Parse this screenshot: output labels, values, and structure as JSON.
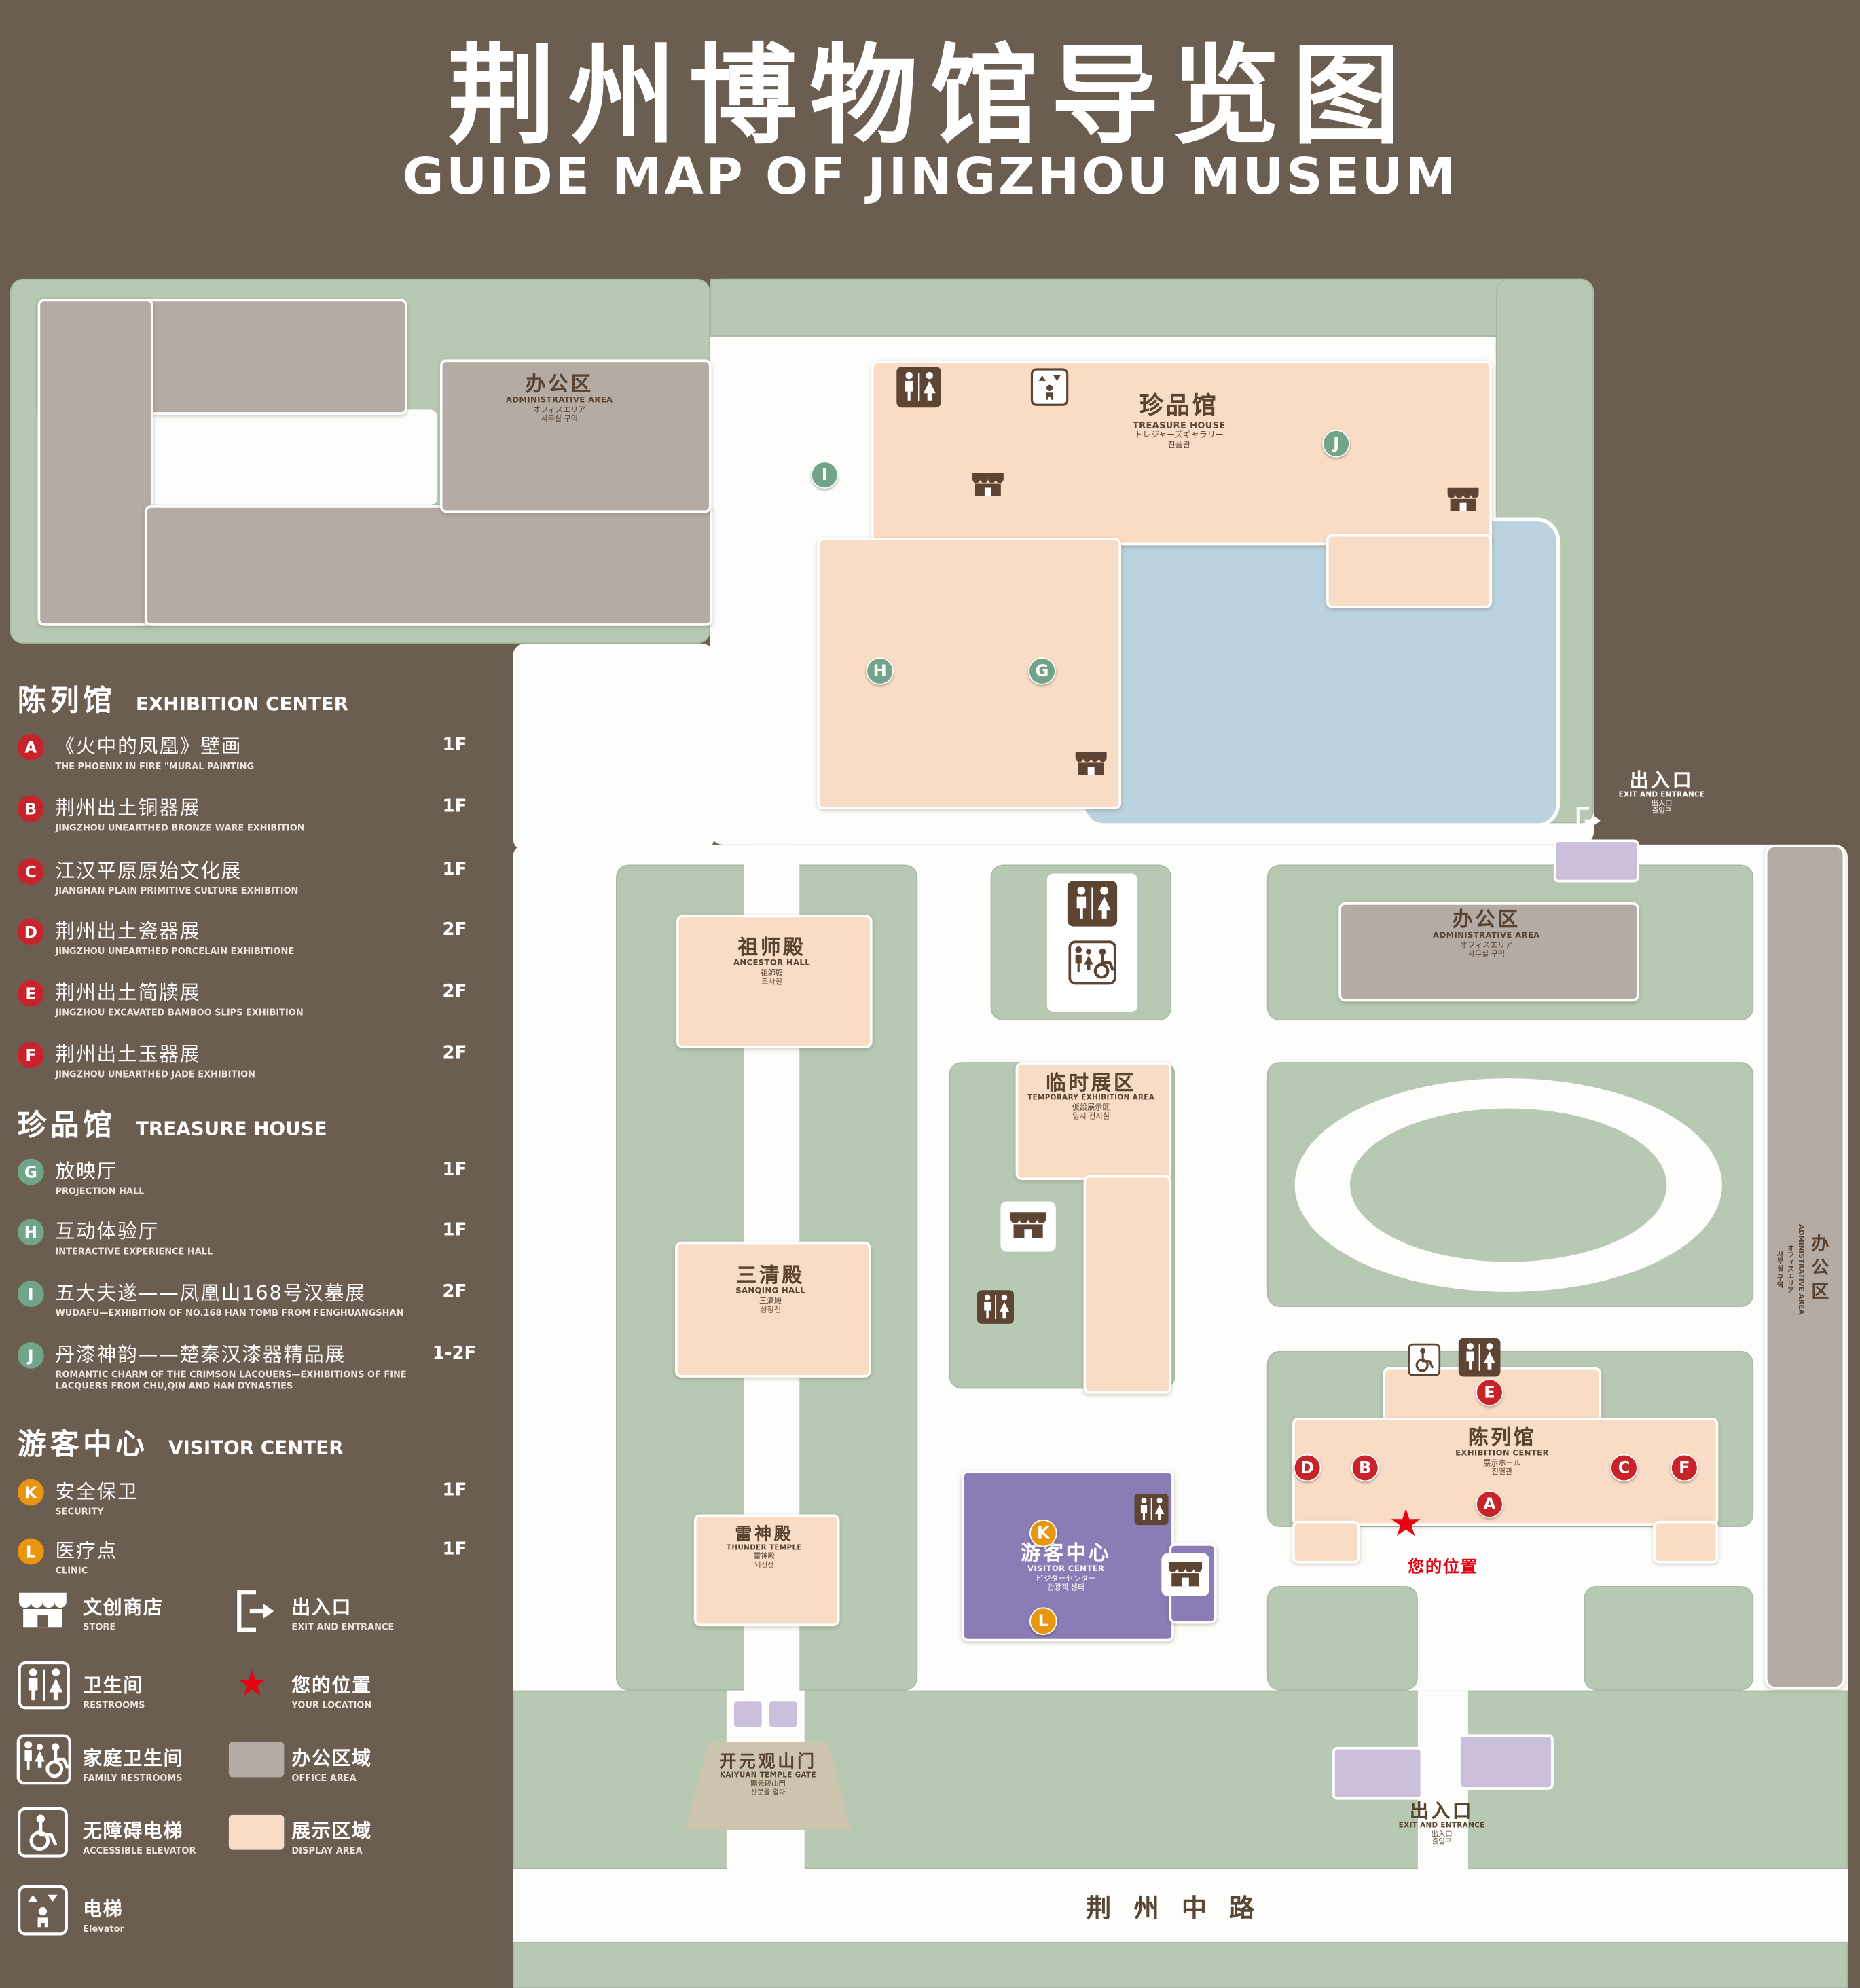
{
  "title": {
    "zh": "荆州博物馆导览图",
    "en": "GUIDE MAP OF JINGZHOU MUSEUM"
  },
  "colors": {
    "background": "#6c5d51",
    "lawn_green": "#b7c9b3",
    "path_white": "#fdfdfc",
    "display_area_pink": "#f9dcc6",
    "office_area_gray": "#b3aba4",
    "visitor_center_purple": "#8a7cb5",
    "entrance_lavender": "#cbbfdb",
    "pond_blue": "#bad3de",
    "marker_red": "#c8232b",
    "marker_green": "#72a489",
    "marker_orange": "#e8950f",
    "location_red": "#e60012",
    "map_text_brown": "#5a4331"
  },
  "legend": {
    "sections": [
      {
        "title_zh": "陈列馆",
        "title_en": "EXHIBITION CENTER",
        "items": [
          {
            "id": "A",
            "zh": "《火中的凤凰》壁画",
            "en": "THE PHOENIX IN FIRE \"MURAL PAINTING",
            "floor": "1F"
          },
          {
            "id": "B",
            "zh": "荆州出土铜器展",
            "en": "JINGZHOU UNEARTHED BRONZE WARE EXHIBITION",
            "floor": "1F"
          },
          {
            "id": "C",
            "zh": "江汉平原原始文化展",
            "en": "JIANGHAN PLAIN PRIMITIVE CULTURE EXHIBITION",
            "floor": "1F"
          },
          {
            "id": "D",
            "zh": "荆州出土瓷器展",
            "en": "JINGZHOU UNEARTHED PORCELAIN EXHIBITIONE",
            "floor": "2F"
          },
          {
            "id": "E",
            "zh": "荆州出土简牍展",
            "en": "JINGZHOU EXCAVATED BAMBOO SLIPS EXHIBITION",
            "floor": "2F"
          },
          {
            "id": "F",
            "zh": "荆州出土玉器展",
            "en": "JINGZHOU UNEARTHED JADE EXHIBITION",
            "floor": "2F"
          }
        ]
      },
      {
        "title_zh": "珍品馆",
        "title_en": "TREASURE HOUSE",
        "items": [
          {
            "id": "G",
            "zh": "放映厅",
            "en": "PROJECTION HALL",
            "floor": "1F"
          },
          {
            "id": "H",
            "zh": "互动体验厅",
            "en": "INTERACTIVE EXPERIENCE HALL",
            "floor": "1F"
          },
          {
            "id": "I",
            "zh": "五大夫遂——凤凰山168号汉墓展",
            "en": "WUDAFU—EXHIBITION OF NO.168 HAN TOMB FROM FENGHUANGSHAN",
            "floor": "2F"
          },
          {
            "id": "J",
            "zh": "丹漆神韵——楚秦汉漆器精品展",
            "en": "ROMANTIC CHARM OF THE CRIMSON LACQUERS—EXHIBITIONS OF FINE LACQUERS FROM CHU,QIN AND HAN DYNASTIES",
            "floor": "1-2F"
          }
        ]
      },
      {
        "title_zh": "游客中心",
        "title_en": "VISITOR CENTER",
        "items": [
          {
            "id": "K",
            "zh": "安全保卫",
            "en": "SECURITY",
            "floor": "1F"
          },
          {
            "id": "L",
            "zh": "医疗点",
            "en": "CLINIC",
            "floor": "1F"
          }
        ]
      }
    ],
    "symbols": [
      {
        "icon": "store-icon",
        "zh": "文创商店",
        "en": "STORE"
      },
      {
        "icon": "exit-icon",
        "zh": "出入口",
        "en": "EXIT AND ENTRANCE"
      },
      {
        "icon": "restroom-icon",
        "zh": "卫生间",
        "en": "RESTROOMS"
      },
      {
        "icon": "location-star-icon",
        "zh": "您的位置",
        "en": "YOUR LOCATION"
      },
      {
        "icon": "family-restroom-icon",
        "zh": "家庭卫生间",
        "en": "FAMILY RESTROOMS"
      },
      {
        "icon": "office-area-swatch",
        "zh": "办公区域",
        "en": "OFFICE AREA"
      },
      {
        "icon": "accessible-elevator-icon",
        "zh": "无障碍电梯",
        "en": "ACCESSIBLE ELEVATOR"
      },
      {
        "icon": "display-area-swatch",
        "zh": "展示区域",
        "en": "DISPLAY AREA"
      },
      {
        "icon": "elevator-icon",
        "zh": "电梯",
        "en": "Elevator"
      }
    ]
  },
  "map": {
    "places": {
      "admin": {
        "zh": "办公区",
        "en": "ADMINISTRATIVE AREA",
        "ja": "オフィスエリア",
        "ko": "사무실 구역"
      },
      "treasure": {
        "zh": "珍品馆",
        "en": "TREASURE HOUSE",
        "ja": "トレジャーズギャラリー",
        "ko": "진품관"
      },
      "ancestor": {
        "zh": "祖师殿",
        "en": "ANCESTOR HALL",
        "ja": "祖師殿",
        "ko": "조사전"
      },
      "temporary": {
        "zh": "临时展区",
        "en": "TEMPORARY EXHIBITION AREA",
        "ja": "仮設展示区",
        "ko": "임시 전시실"
      },
      "sanqing": {
        "zh": "三清殿",
        "en": "SANQING HALL",
        "ja": "三清殿",
        "ko": "삼청전"
      },
      "exhibition": {
        "zh": "陈列馆",
        "en": "EXHIBITION CENTER",
        "ja": "展示ホール",
        "ko": "진열관"
      },
      "thunder": {
        "zh": "雷神殿",
        "en": "THUNDER TEMPLE",
        "ja": "雷神殿",
        "ko": "뇌신전"
      },
      "visitor": {
        "zh": "游客中心",
        "en": "VISITOR CENTER",
        "ja": "ビジターセンター",
        "ko": "관광객 센터"
      },
      "gate": {
        "zh": "开元观山门",
        "en": "KAIYUAN TEMPLE GATE",
        "ja": "開元観山門",
        "ko": "산문을 열다"
      },
      "exit": {
        "zh": "出入口",
        "en": "EXIT AND ENTRANCE",
        "ja": "出入口",
        "ko": "출입구"
      },
      "your_location": {
        "zh": "您的位置"
      },
      "road": {
        "zh": "荆州中路"
      }
    }
  }
}
